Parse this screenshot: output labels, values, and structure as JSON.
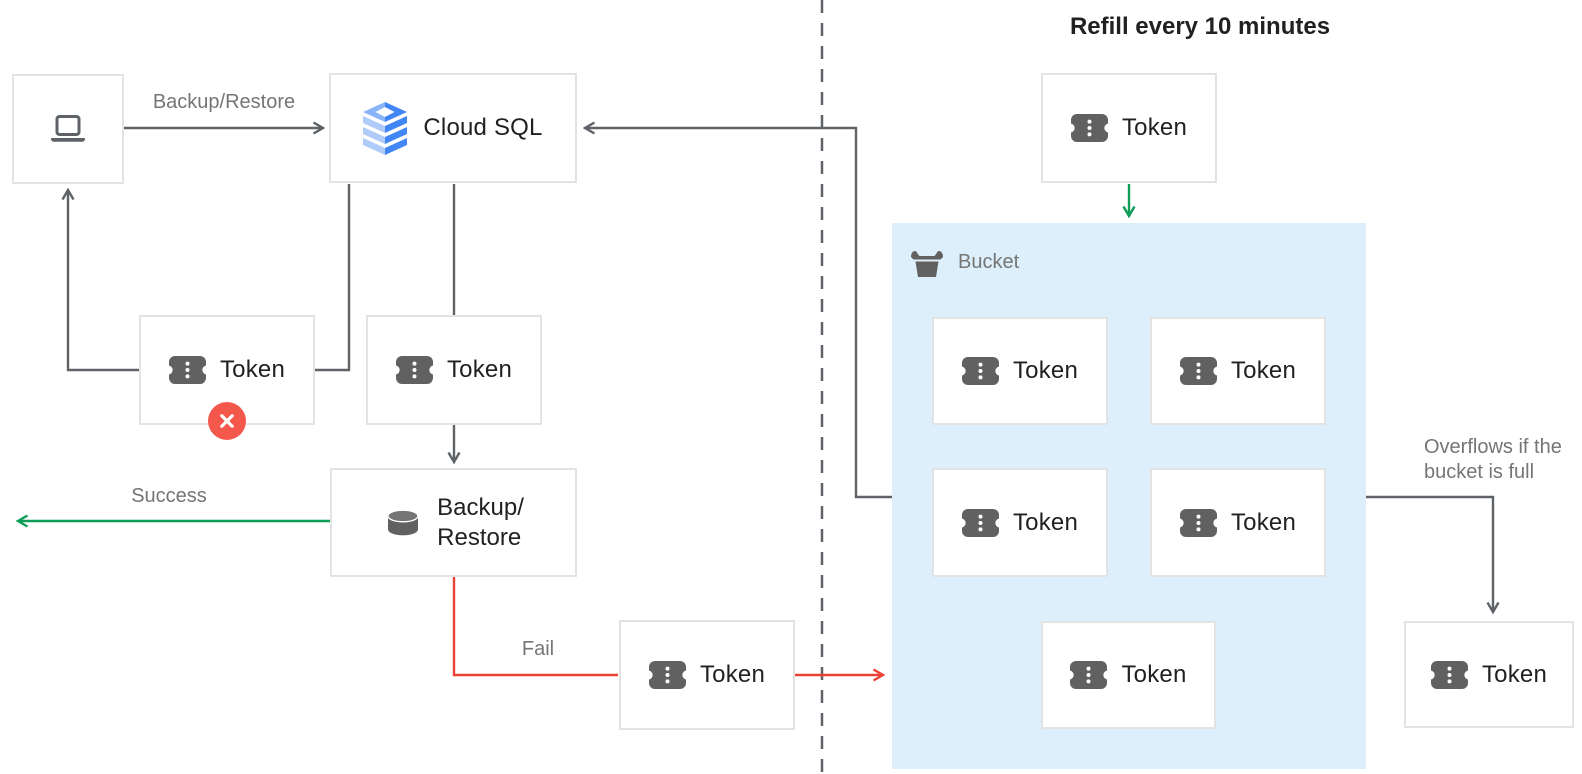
{
  "title": "Refill every 10 minutes",
  "nodes": {
    "token_label": "Token",
    "cloud_sql_label": "Cloud SQL",
    "backup_restore_line1": "Backup/",
    "backup_restore_line2": "Restore",
    "bucket_label": "Bucket"
  },
  "edges": {
    "backup_restore_label": "Backup/Restore",
    "success_label": "Success",
    "fail_label": "Fail",
    "overflow_line1": "Overflows if the",
    "overflow_line2": "bucket is full"
  },
  "colors": {
    "arrow_gray": "#5f6368",
    "success_green": "#0f9d58",
    "fail_red": "#ea4335",
    "error_badge_red": "#f4574c",
    "bucket_bg": "#ddeffa",
    "box_border": "#e3e3e3",
    "node_text": "#212121",
    "label_text": "#757575",
    "icon_gray": "#616161",
    "cloud_sql_blue": "#4285f4",
    "cloud_sql_blue_light": "#aecbfa",
    "cloud_sql_blue_mid": "#8ab4f8"
  }
}
